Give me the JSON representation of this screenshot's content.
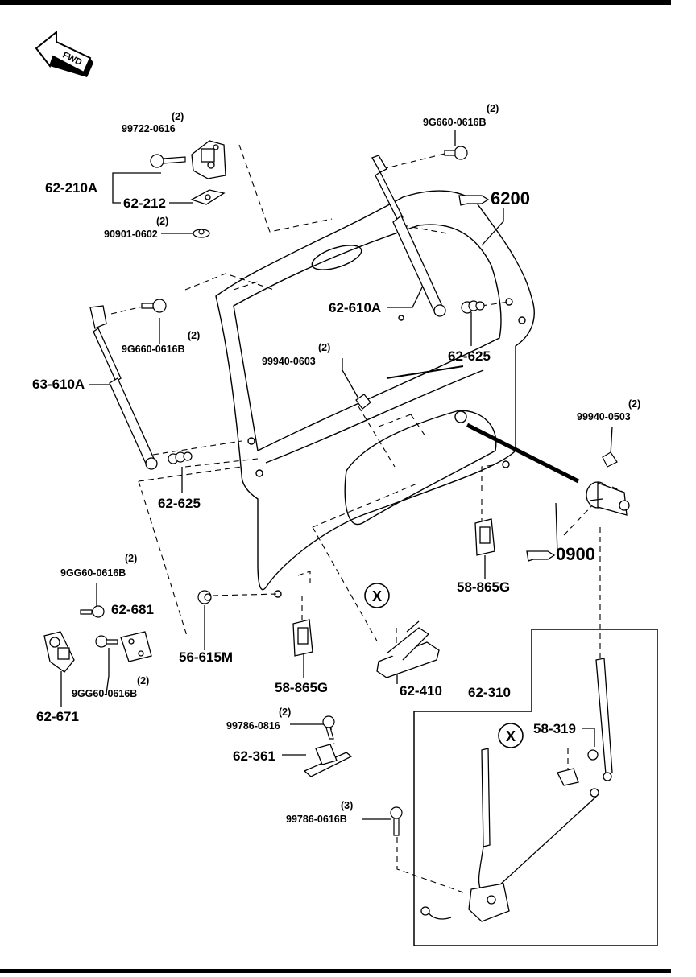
{
  "fwd": "FWD",
  "x_marker": "X",
  "labels": {
    "p99722_q": "(2)",
    "p99722": "99722-0616",
    "p62_210A": "62-210A",
    "p62_212": "62-212",
    "p90901_q": "(2)",
    "p90901": "90901-0602",
    "p9G660_top_q": "(2)",
    "p9G660_top": "9G660-0616B",
    "p6200": "6200",
    "p62_610A": "62-610A",
    "p9G660_left_q": "(2)",
    "p9G660_left": "9G660-0616B",
    "p99940_0603_q": "(2)",
    "p99940_0603": "99940-0603",
    "p62_625_r": "62-625",
    "p63_610A": "63-610A",
    "p99940_0503_q": "(2)",
    "p99940_0503": "99940-0503",
    "p62_625_l": "62-625",
    "p0900": "0900",
    "p9GG60_top_q": "(2)",
    "p9GG60_top": "9GG60-0616B",
    "p62_681": "62-681",
    "p58_865G_r": "58-865G",
    "p56_615M": "56-615M",
    "p9GG60_bot_q": "(2)",
    "p9GG60_bot": "9GG60-0616B",
    "p58_865G_c": "58-865G",
    "p62_410": "62-410",
    "p62_671": "62-671",
    "p62_310": "62-310",
    "p99786_0816_q": "(2)",
    "p99786_0816": "99786-0816",
    "p58_319": "58-319",
    "p62_361": "62-361",
    "p99786_0616B_q": "(3)",
    "p99786_0616B": "99786-0616B"
  }
}
